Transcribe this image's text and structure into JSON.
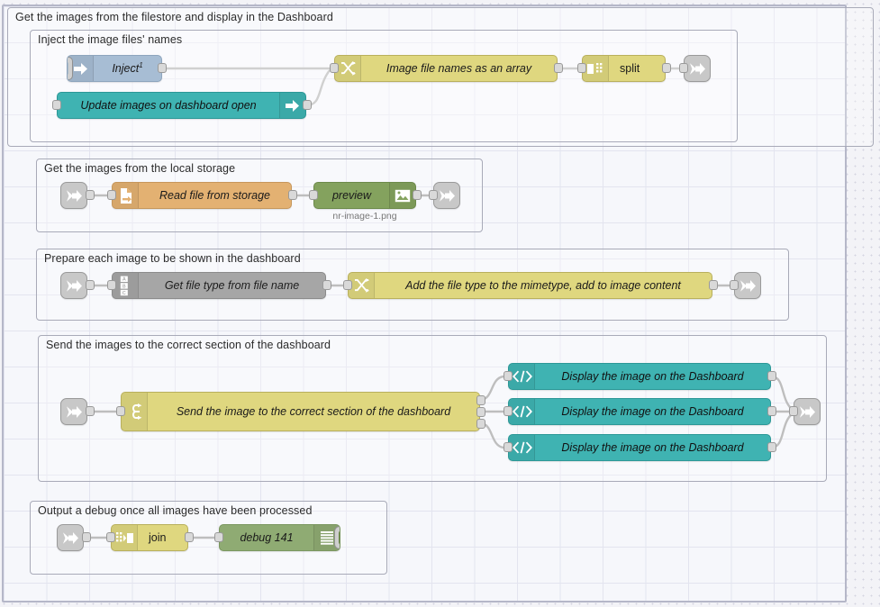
{
  "app": {
    "name": "Node-RED flow editor canvas"
  },
  "groups": [
    {
      "id": "g-outer",
      "label": "Get the images from the filestore and display in the Dashboard"
    },
    {
      "id": "g-inject",
      "label": "Inject the image files' names"
    },
    {
      "id": "g-read",
      "label": "Get the images from the local storage"
    },
    {
      "id": "g-prep",
      "label": "Prepare each image to be shown in the dashboard"
    },
    {
      "id": "g-send",
      "label": "Send the images to the correct section of the dashboard"
    },
    {
      "id": "g-debug",
      "label": "Output a debug once all images have been processed"
    }
  ],
  "nodes": {
    "inject": {
      "label": "Inject",
      "superscript": "1",
      "icon": "inject-arrow-icon",
      "color": "#a7bdd4"
    },
    "dashboard_open": {
      "label": "Update images on dashboard open",
      "icon": "ui-event-arrow-icon",
      "color": "#3fb3b2"
    },
    "file_names": {
      "label": "Image file names as an array",
      "icon": "change-node-icon",
      "color": "#dfd77f"
    },
    "split": {
      "label": "split",
      "icon": "split-icon",
      "color": "#dfd77f"
    },
    "read_file": {
      "label": "Read file from storage",
      "icon": "file-in-icon",
      "color": "#e3b172"
    },
    "preview": {
      "label": "preview",
      "caption": "nr-image-1.png",
      "icon": "image-preview-icon",
      "color": "#84a25e"
    },
    "get_file_type": {
      "label": "Get file type from file name",
      "icon": "abc-template-icon",
      "color": "#a6a6a6"
    },
    "add_mimetype": {
      "label": "Add the file type to the mimetype, add to image content",
      "icon": "change-node-icon",
      "color": "#dfd77f"
    },
    "switch": {
      "label": "Send the image to the correct section of the dashboard",
      "icon": "switch-node-icon",
      "color": "#dfd77f"
    },
    "display_1": {
      "label": "Display the image on the Dashboard",
      "icon": "code-template-icon",
      "color": "#3fb3b2"
    },
    "display_2": {
      "label": "Display the image on the Dashboard",
      "icon": "code-template-icon",
      "color": "#3fb3b2"
    },
    "display_3": {
      "label": "Display the image on the Dashboard",
      "icon": "code-template-icon",
      "color": "#3fb3b2"
    },
    "join": {
      "label": "join",
      "icon": "join-icon",
      "color": "#dfd77f"
    },
    "debug": {
      "label": "debug 141",
      "icon": "debug-lines-icon",
      "color": "#8fab73"
    }
  },
  "link_nodes": {
    "link_out_1": {
      "icon": "link-out-icon"
    },
    "link_in_2": {
      "icon": "link-in-icon"
    },
    "link_out_2": {
      "icon": "link-out-icon"
    },
    "link_in_3": {
      "icon": "link-in-icon"
    },
    "link_out_3": {
      "icon": "link-out-icon"
    },
    "link_in_4": {
      "icon": "link-in-icon"
    },
    "link_out_4": {
      "icon": "link-out-icon"
    },
    "link_in_5": {
      "icon": "link-in-icon"
    }
  },
  "colors": {
    "canvas_bg": "#f6f7fb",
    "grid_line": "#e3e4ef",
    "wire": "#a6a6a6",
    "group_border": "#a8aab8",
    "yellow": "#dfd77f",
    "teal": "#3fb3b2",
    "grey": "#a6a6a6",
    "green": "#84a25e",
    "orange": "#e3b172",
    "inject_blue": "#a7bdd4"
  }
}
